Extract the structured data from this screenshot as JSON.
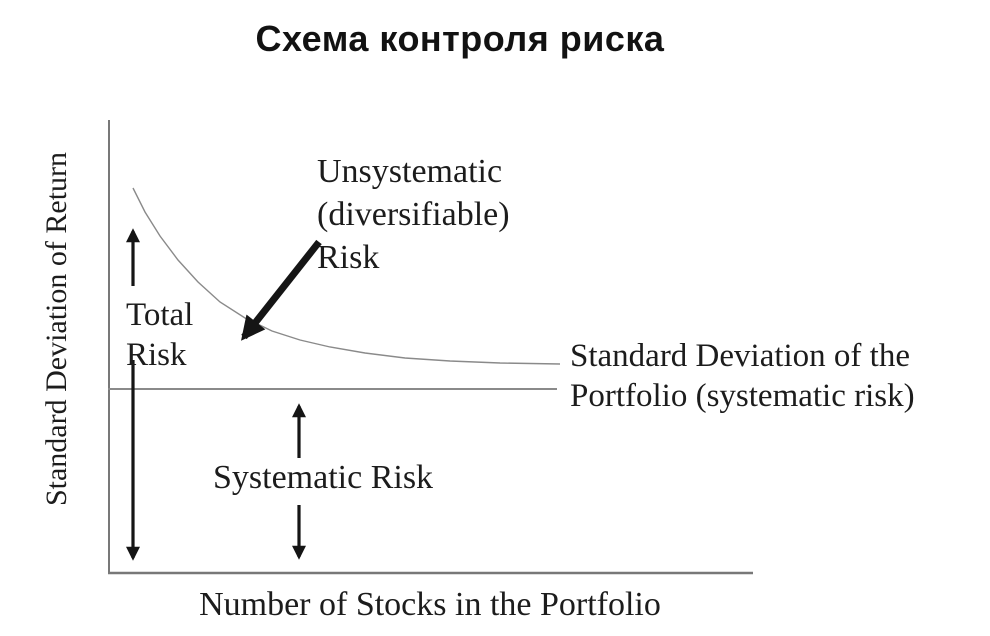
{
  "title": "Схема контроля риска",
  "chart": {
    "y_axis_label": "Standard Deviation of Return",
    "x_axis_label": "Number of Stocks in the Portfolio",
    "total_risk_label": "Total\nRisk",
    "unsystematic_label": "Unsystematic\n(diversifiable)\nRisk",
    "systematic_label": "Systematic Risk",
    "asymptote_label": "Standard Deviation of the\nPortfolio (systematic risk)"
  },
  "colors": {
    "background": "#ffffff",
    "text": "#1c1c1c",
    "axis_line": "#787878",
    "curve_line": "#8a8a8a",
    "arrow": "#151515"
  }
}
